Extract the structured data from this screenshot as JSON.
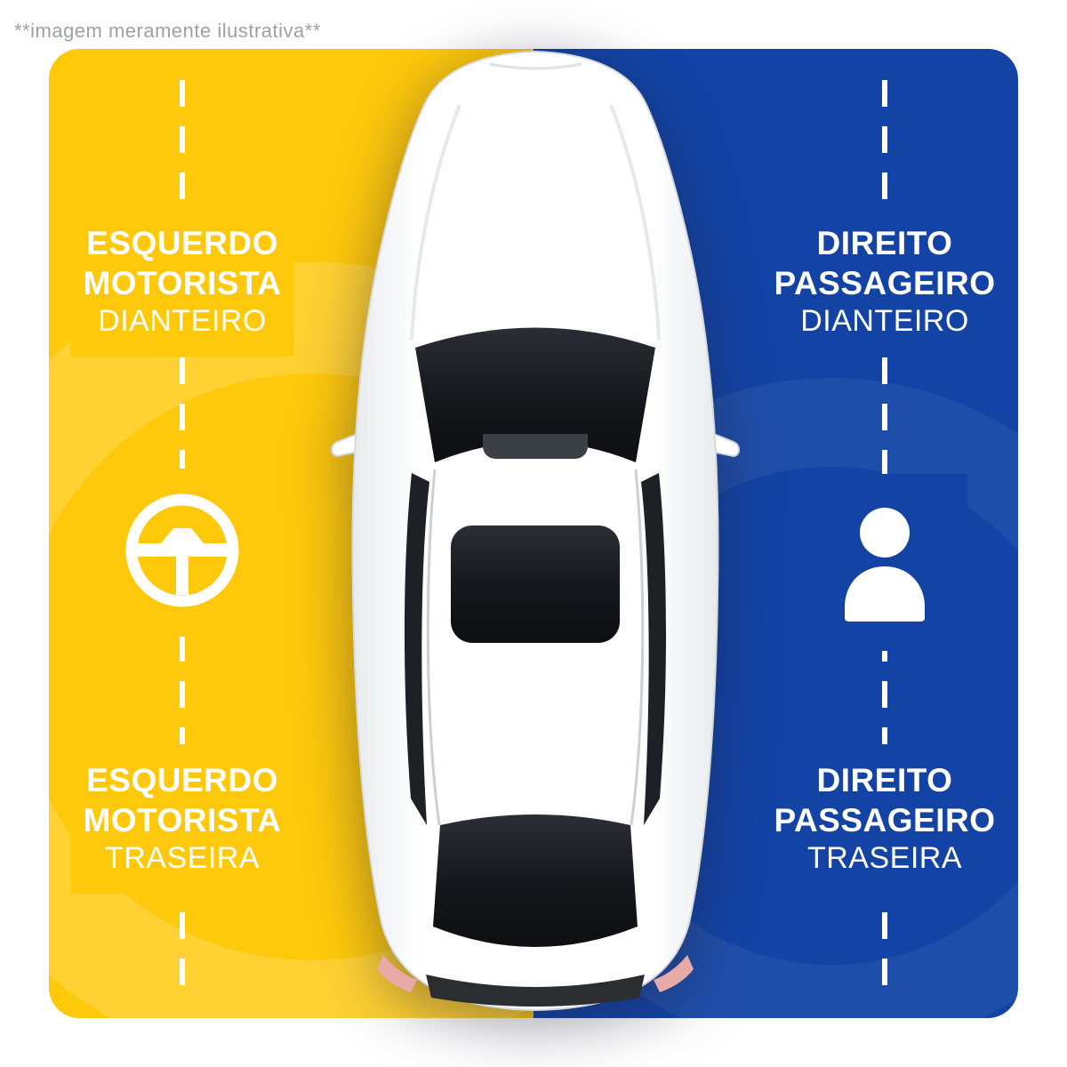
{
  "disclaimer": "**imagem meramente ilustrativa**",
  "panel": {
    "left_color": "#FFC90B",
    "right_color": "#1243A5"
  },
  "labels": {
    "front_left": {
      "line1": "ESQUERDO",
      "line2": "MOTORISTA",
      "line3": "DIANTEIRO"
    },
    "front_right": {
      "line1": "DIREITO",
      "line2": "PASSAGEIRO",
      "line3": "DIANTEIRO"
    },
    "rear_left": {
      "line1": "ESQUERDO",
      "line2": "MOTORISTA",
      "line3": "TRASEIRA"
    },
    "rear_right": {
      "line1": "DIREITO",
      "line2": "PASSAGEIRO",
      "line3": "TRASEIRA"
    }
  },
  "icons": {
    "left": "steering-wheel-icon",
    "right": "person-icon"
  }
}
